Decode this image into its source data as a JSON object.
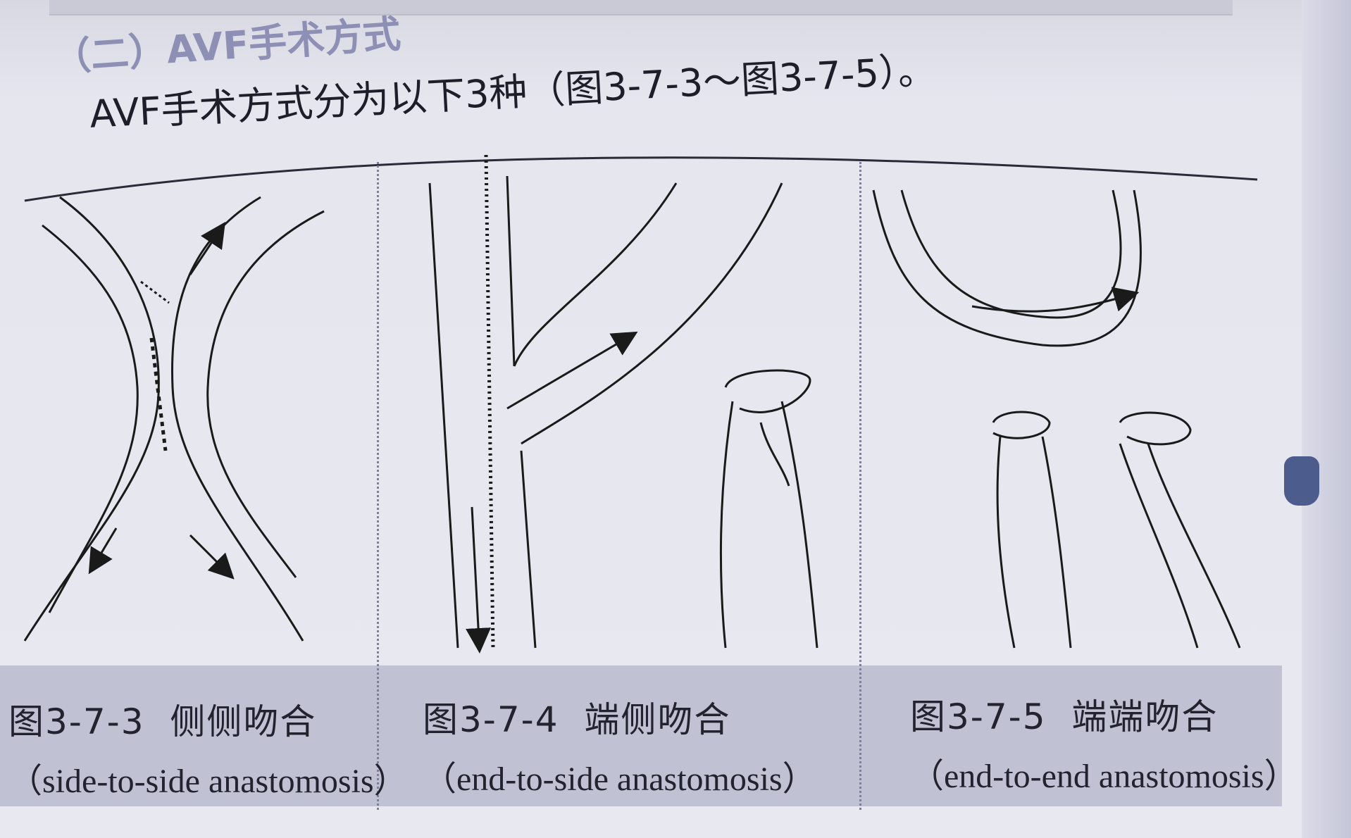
{
  "section": {
    "heading": "（二）AVF手术方式",
    "intro": "AVF手术方式分为以下3种（图3-7-3～图3-7-5）。"
  },
  "figures": [
    {
      "number": "图3-7-3",
      "title_cn": "侧侧吻合",
      "title_en": "（side-to-side anastomosis）"
    },
    {
      "number": "图3-7-4",
      "title_cn": "端侧吻合",
      "title_en": "（end-to-side anastomosis）"
    },
    {
      "number": "图3-7-5",
      "title_cn": "端端吻合",
      "title_en": "（end-to-end anastomosis）"
    }
  ],
  "colors": {
    "heading": "#8d8fb4",
    "text": "#1e1e2a",
    "caption_band": "#c0c1d3",
    "line": "#1a1a1a"
  }
}
